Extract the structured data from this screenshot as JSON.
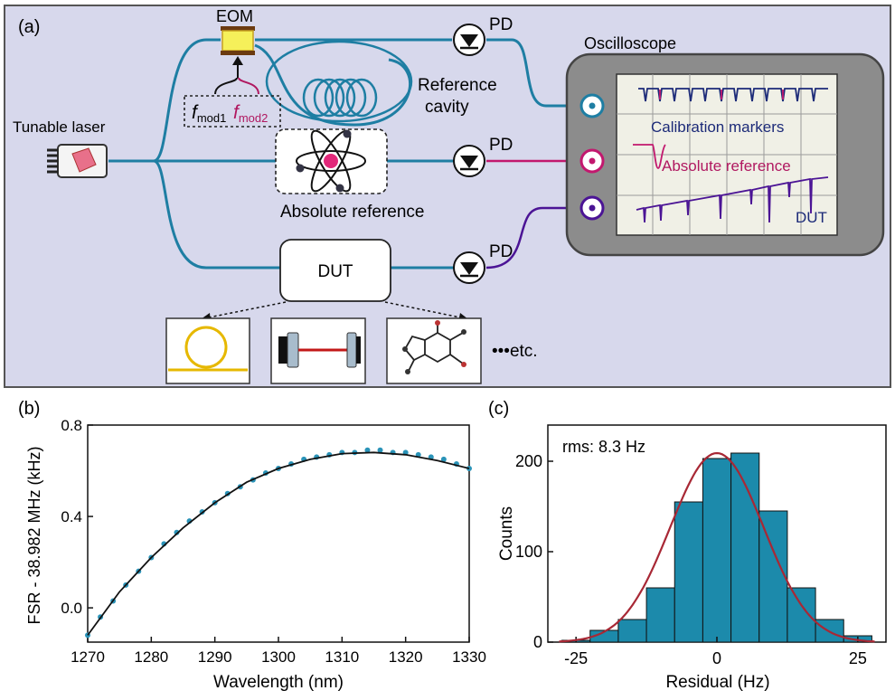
{
  "panel_a": {
    "label": "(a)",
    "tunable_laser": "Tunable laser",
    "eom": "EOM",
    "fmod1_base": "f",
    "fmod1_sub": "mod1",
    "fmod2_base": "f",
    "fmod2_sub": "mod2",
    "reference_cavity_line1": "Reference",
    "reference_cavity_line2": "cavity",
    "pd1": "PD",
    "pd2": "PD",
    "pd3": "PD",
    "absolute_reference": "Absolute reference",
    "dut": "DUT",
    "oscilloscope": "Oscilloscope",
    "screen_calibration": "Calibration markers",
    "screen_absolute": "Absolute reference",
    "screen_dut": "DUT",
    "etc": "•••etc."
  },
  "panel_b": {
    "label": "(b)"
  },
  "panel_c": {
    "label": "(c)",
    "annotation": "rms: 8.3 Hz"
  },
  "colors": {
    "panel_bg": "#d7d8ec",
    "fiber": "#1e7ea3",
    "magenta": "#c2186e",
    "purple": "#4b1495",
    "navy": "#1c2a78",
    "bar": "#1c8aab",
    "fit_red": "#a82835"
  },
  "chart_data": [
    {
      "type": "line",
      "panel": "b",
      "xlabel": "Wavelength (nm)",
      "ylabel": "FSR - 38.982 MHz (kHz)",
      "xlim": [
        1270,
        1330
      ],
      "ylim": [
        -0.15,
        0.8
      ],
      "xticks": [
        "1270",
        "1280",
        "1290",
        "1300",
        "1310",
        "1320",
        "1330"
      ],
      "yticks": [
        "0.0",
        "0.4",
        "0.8"
      ],
      "series": [
        {
          "style": "data",
          "x": [
            1270,
            1272,
            1274,
            1276,
            1278,
            1280,
            1282,
            1284,
            1286,
            1288,
            1290,
            1292,
            1294,
            1296,
            1298,
            1300,
            1302,
            1304,
            1306,
            1308,
            1310,
            1312,
            1314,
            1316,
            1318,
            1320,
            1322,
            1324,
            1326,
            1328,
            1330
          ],
          "y": [
            -0.12,
            -0.04,
            0.03,
            0.1,
            0.16,
            0.22,
            0.28,
            0.33,
            0.38,
            0.42,
            0.46,
            0.5,
            0.53,
            0.56,
            0.59,
            0.61,
            0.63,
            0.65,
            0.66,
            0.67,
            0.68,
            0.68,
            0.69,
            0.69,
            0.68,
            0.68,
            0.67,
            0.66,
            0.65,
            0.63,
            0.61
          ]
        },
        {
          "style": "fit",
          "x": [
            1270,
            1275,
            1280,
            1285,
            1290,
            1295,
            1300,
            1305,
            1310,
            1315,
            1320,
            1325,
            1330
          ],
          "y": [
            -0.12,
            0.07,
            0.22,
            0.35,
            0.46,
            0.55,
            0.61,
            0.65,
            0.675,
            0.68,
            0.67,
            0.645,
            0.61
          ]
        }
      ]
    },
    {
      "type": "bar",
      "panel": "c",
      "xlabel": "Residual (Hz)",
      "ylabel": "Counts",
      "xlim": [
        -30,
        30
      ],
      "ylim": [
        0,
        240
      ],
      "xticks": [
        "-25",
        "0",
        "25"
      ],
      "yticks": [
        "0",
        "100",
        "200"
      ],
      "bin_edges": [
        -27.5,
        -22.5,
        -17.5,
        -12.5,
        -7.5,
        -2.5,
        2.5,
        7.5,
        12.5,
        17.5,
        22.5,
        27.5
      ],
      "values": [
        2,
        13,
        25,
        60,
        155,
        203,
        209,
        145,
        60,
        25,
        7
      ],
      "fit": {
        "type": "gaussian",
        "mean": 0,
        "sigma": 8.3,
        "peak": 209
      }
    }
  ]
}
